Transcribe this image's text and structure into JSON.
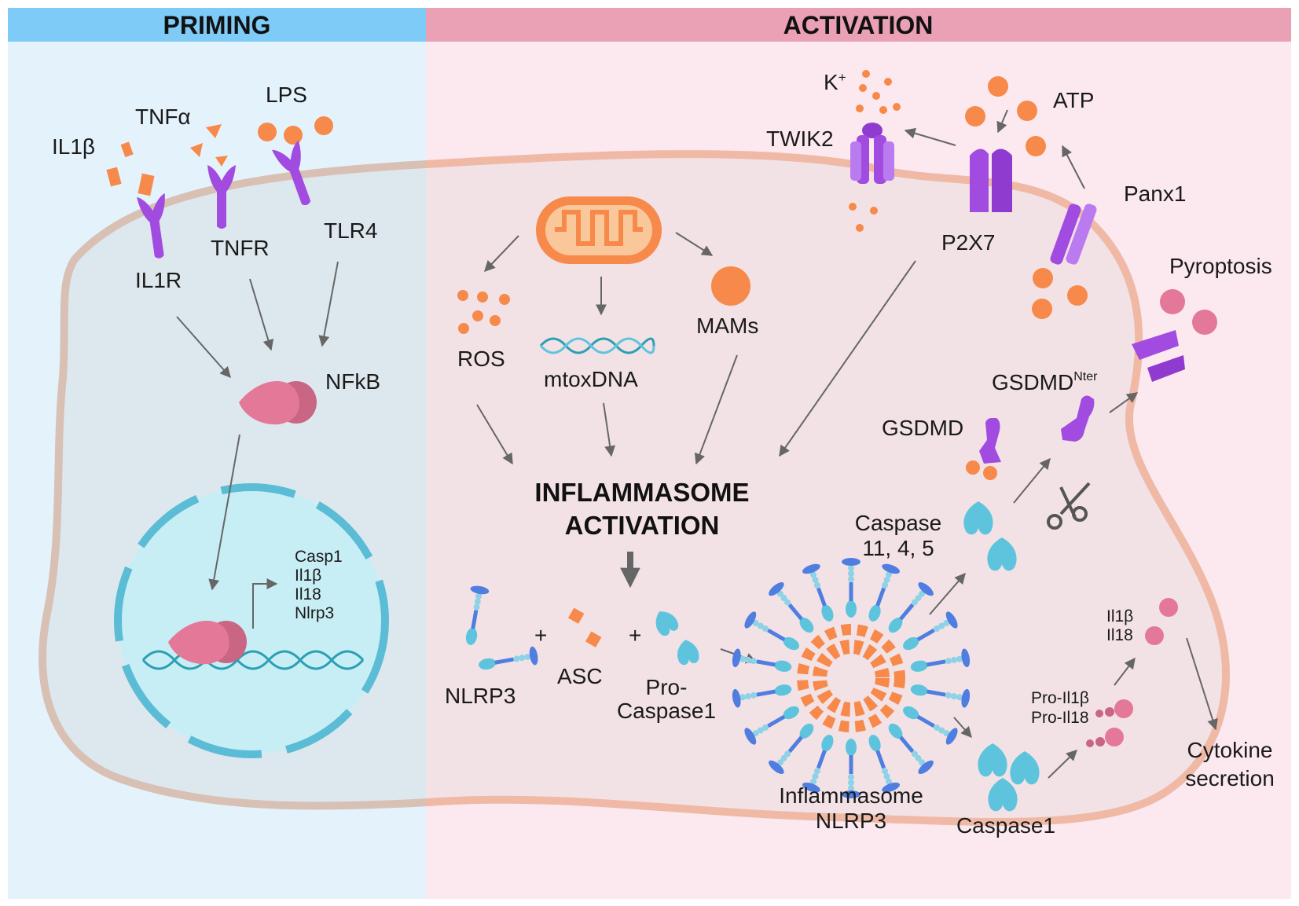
{
  "header": {
    "priming": "PRIMING",
    "activation": "ACTIVATION"
  },
  "priming": {
    "ligands": {
      "il1b": "IL1β",
      "tnfa": "TNFα",
      "lps": "LPS"
    },
    "receptors": {
      "il1r": "IL1R",
      "tnfr": "TNFR",
      "tlr4": "TLR4"
    },
    "nfkb": "NFkB",
    "genes": [
      "Casp1",
      "Il1β",
      "Il18",
      "Nlrp3"
    ]
  },
  "activation": {
    "k_ion": "K",
    "k_charge": "+",
    "twik2": "TWIK2",
    "atp": "ATP",
    "p2x7": "P2X7",
    "panx1": "Panx1",
    "pyroptosis": "Pyroptosis",
    "ros": "ROS",
    "mtoxdna": "mtoxDNA",
    "mams": "MAMs",
    "inflammasome_activation": [
      "INFLAMMASOME",
      "ACTIVATION"
    ],
    "gsdmd": "GSDMD",
    "gsdmd_nter": {
      "base": "GSDMD",
      "sup": "Nter"
    },
    "caspase_11": [
      "Caspase",
      "11, 4, 5"
    ],
    "nlrp3": "NLRP3",
    "asc": "ASC",
    "pro_caspase1": [
      "Pro-",
      "Caspase1"
    ],
    "plus": "+",
    "inflammasome_nlrp3": [
      "Inflammasome",
      "NLRP3"
    ],
    "caspase1": "Caspase1",
    "il_mature": [
      "Il1β",
      "Il18"
    ],
    "pro_il": [
      "Pro-Il1β",
      "Pro-Il18"
    ],
    "cytokine": [
      "Cytokine",
      "secretion"
    ]
  },
  "colors": {
    "priming_bar": "#7ecbf7",
    "priming_bg": "#e4f3fb",
    "activation_bar": "#eaa0b5",
    "activation_bg": "#fbe9ef",
    "orange": "#f7894a",
    "purple": "#a24be0",
    "purple_light": "#bb7bf0",
    "pink": "#e47898",
    "cyan": "#5ec4de",
    "blue_dark": "#4f7ee0",
    "nucleus": "#c8eef5",
    "nucleus_border": "#5bbcd5"
  }
}
